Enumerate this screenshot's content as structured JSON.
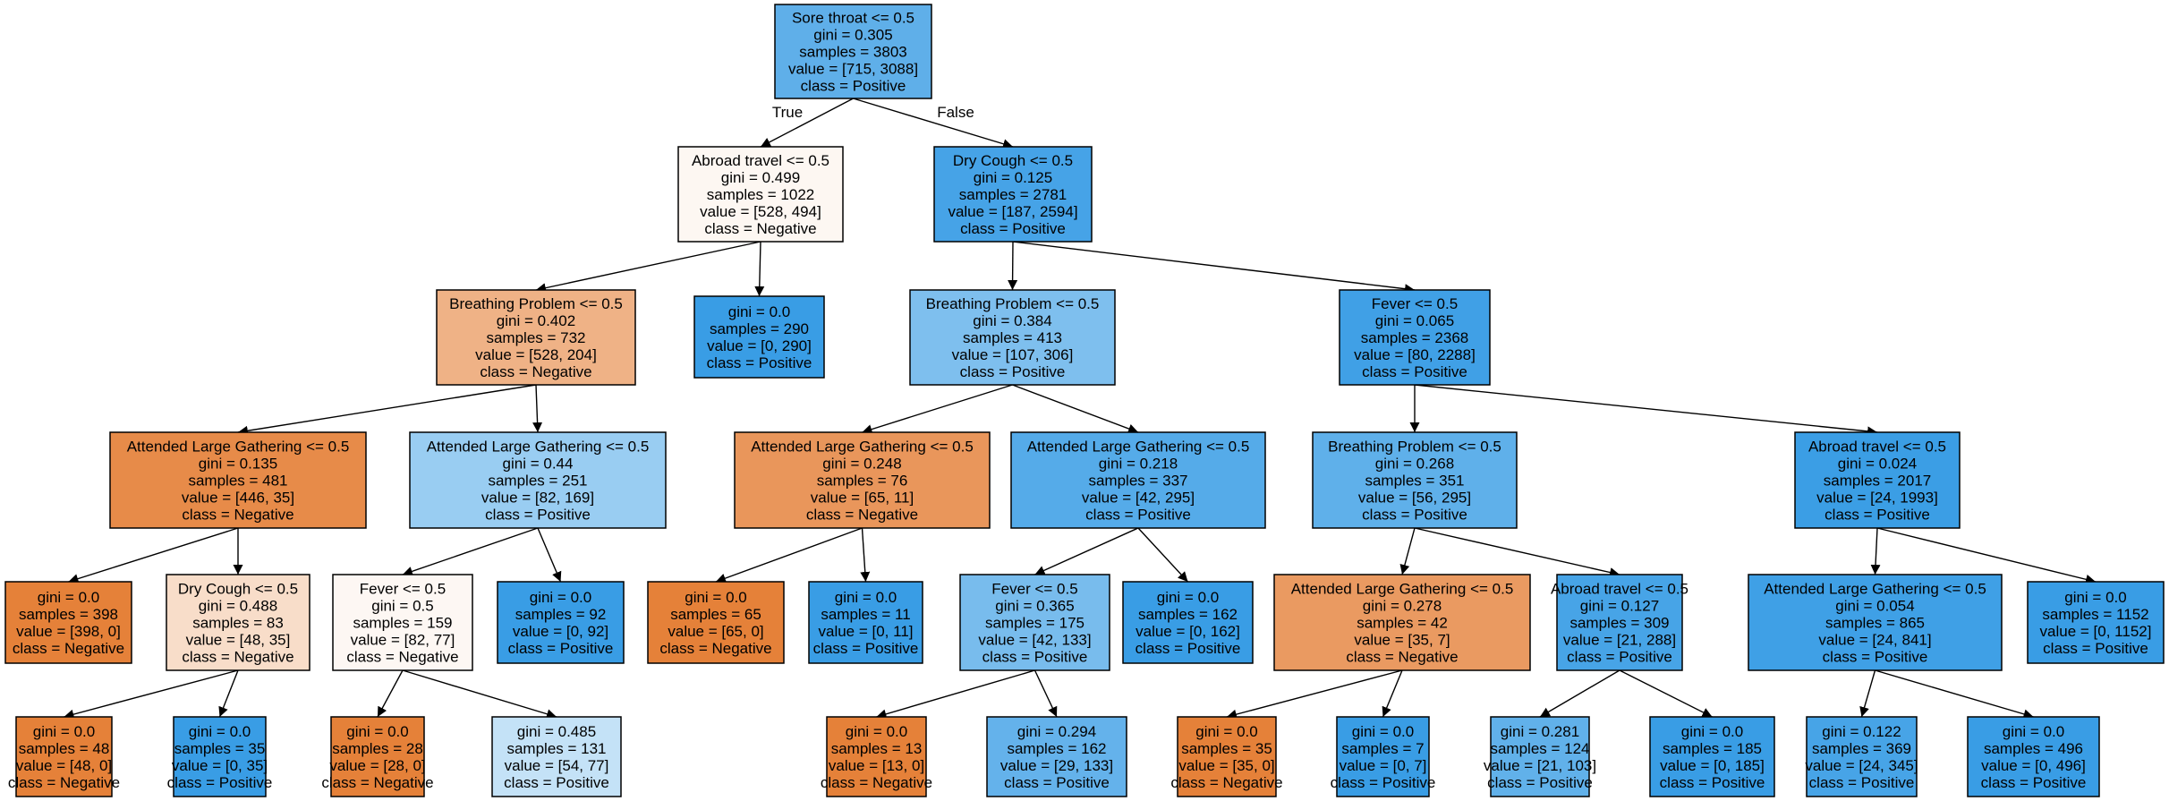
{
  "edge_labels": {
    "true_label": "True",
    "false_label": "False"
  },
  "class_colors": {
    "negative_full": "#e58139",
    "positive_full": "#399de5"
  },
  "nodes": [
    {
      "id": "n0",
      "lines": [
        "Sore throat <= 0.5",
        "gini = 0.305",
        "samples = 3803",
        "value = [715, 3088]",
        "class = Positive"
      ],
      "fill": "#5fafe9"
    },
    {
      "id": "n1",
      "lines": [
        "Abroad travel <= 0.5",
        "gini = 0.499",
        "samples = 1022",
        "value = [528, 494]",
        "class = Negative"
      ],
      "fill": "#fdf7f2"
    },
    {
      "id": "n2",
      "lines": [
        "Dry Cough <= 0.5",
        "gini = 0.125",
        "samples = 2781",
        "value = [187, 2594]",
        "class = Positive"
      ],
      "fill": "#46a3e7"
    },
    {
      "id": "n3",
      "lines": [
        "Breathing Problem <= 0.5",
        "gini = 0.402",
        "samples = 732",
        "value = [528, 204]",
        "class = Negative"
      ],
      "fill": "#efb286"
    },
    {
      "id": "n4",
      "lines": [
        "gini = 0.0",
        "samples = 290",
        "value = [0, 290]",
        "class = Positive"
      ],
      "fill": "#399de5"
    },
    {
      "id": "n5",
      "lines": [
        "Breathing Problem <= 0.5",
        "gini = 0.384",
        "samples = 413",
        "value = [107, 306]",
        "class = Positive"
      ],
      "fill": "#7ebfee"
    },
    {
      "id": "n6",
      "lines": [
        "Fever <= 0.5",
        "gini = 0.065",
        "samples = 2368",
        "value = [80, 2288]",
        "class = Positive"
      ],
      "fill": "#40a0e6"
    },
    {
      "id": "n7",
      "lines": [
        "Attended Large Gathering <= 0.5",
        "gini = 0.135",
        "samples = 481",
        "value = [446, 35]",
        "class = Negative"
      ],
      "fill": "#e78b49"
    },
    {
      "id": "n8",
      "lines": [
        "Attended Large Gathering <= 0.5",
        "gini = 0.44",
        "samples = 251",
        "value = [82, 169]",
        "class = Positive"
      ],
      "fill": "#99cdf2"
    },
    {
      "id": "n9",
      "lines": [
        "Attended Large Gathering <= 0.5",
        "gini = 0.248",
        "samples = 76",
        "value = [65, 11]",
        "class = Negative"
      ],
      "fill": "#e9965b"
    },
    {
      "id": "n10",
      "lines": [
        "Attended Large Gathering <= 0.5",
        "gini = 0.218",
        "samples = 337",
        "value = [42, 295]",
        "class = Positive"
      ],
      "fill": "#55abe9"
    },
    {
      "id": "n11",
      "lines": [
        "Breathing Problem <= 0.5",
        "gini = 0.268",
        "samples = 351",
        "value = [56, 295]",
        "class = Positive"
      ],
      "fill": "#5fb0ea"
    },
    {
      "id": "n12",
      "lines": [
        "Abroad travel <= 0.5",
        "gini = 0.024",
        "samples = 2017",
        "value = [24, 1993]",
        "class = Positive"
      ],
      "fill": "#3b9ee5"
    },
    {
      "id": "n13",
      "lines": [
        "gini = 0.0",
        "samples = 398",
        "value = [398, 0]",
        "class = Negative"
      ],
      "fill": "#e58139"
    },
    {
      "id": "n14",
      "lines": [
        "Dry Cough <= 0.5",
        "gini = 0.488",
        "samples = 83",
        "value = [48, 35]",
        "class = Negative"
      ],
      "fill": "#f8ddc9"
    },
    {
      "id": "n15",
      "lines": [
        "Fever <= 0.5",
        "gini = 0.5",
        "samples = 159",
        "value = [82, 77]",
        "class = Negative"
      ],
      "fill": "#fdf7f3"
    },
    {
      "id": "n16",
      "lines": [
        "gini = 0.0",
        "samples = 92",
        "value = [0, 92]",
        "class = Positive"
      ],
      "fill": "#399de5"
    },
    {
      "id": "n17",
      "lines": [
        "gini = 0.0",
        "samples = 65",
        "value = [65, 0]",
        "class = Negative"
      ],
      "fill": "#e58139"
    },
    {
      "id": "n18",
      "lines": [
        "gini = 0.0",
        "samples = 11",
        "value = [0, 11]",
        "class = Positive"
      ],
      "fill": "#399de5"
    },
    {
      "id": "n19",
      "lines": [
        "Fever <= 0.5",
        "gini = 0.365",
        "samples = 175",
        "value = [42, 133]",
        "class = Positive"
      ],
      "fill": "#78bced"
    },
    {
      "id": "n20",
      "lines": [
        "gini = 0.0",
        "samples = 162",
        "value = [0, 162]",
        "class = Positive"
      ],
      "fill": "#399de5"
    },
    {
      "id": "n21",
      "lines": [
        "Attended Large Gathering <= 0.5",
        "gini = 0.278",
        "samples = 42",
        "value = [35, 7]",
        "class = Negative"
      ],
      "fill": "#ea9a61"
    },
    {
      "id": "n22",
      "lines": [
        "Abroad travel <= 0.5",
        "gini = 0.127",
        "samples = 309",
        "value = [21, 288]",
        "class = Positive"
      ],
      "fill": "#47a4e7"
    },
    {
      "id": "n23",
      "lines": [
        "Attended Large Gathering <= 0.5",
        "gini = 0.054",
        "samples = 865",
        "value = [24, 841]",
        "class = Positive"
      ],
      "fill": "#3fa0e6"
    },
    {
      "id": "n24",
      "lines": [
        "gini = 0.0",
        "samples = 1152",
        "value = [0, 1152]",
        "class = Positive"
      ],
      "fill": "#399de5"
    },
    {
      "id": "n25",
      "lines": [
        "gini = 0.0",
        "samples = 48",
        "value = [48, 0]",
        "class = Negative"
      ],
      "fill": "#e58139"
    },
    {
      "id": "n26",
      "lines": [
        "gini = 0.0",
        "samples = 35",
        "value = [0, 35]",
        "class = Positive"
      ],
      "fill": "#399de5"
    },
    {
      "id": "n27",
      "lines": [
        "gini = 0.0",
        "samples = 28",
        "value = [28, 0]",
        "class = Negative"
      ],
      "fill": "#e58139"
    },
    {
      "id": "n28",
      "lines": [
        "gini = 0.485",
        "samples = 131",
        "value = [54, 77]",
        "class = Positive"
      ],
      "fill": "#c4e2f7"
    },
    {
      "id": "n29",
      "lines": [
        "gini = 0.0",
        "samples = 13",
        "value = [13, 0]",
        "class = Negative"
      ],
      "fill": "#e58139"
    },
    {
      "id": "n30",
      "lines": [
        "gini = 0.294",
        "samples = 162",
        "value = [29, 133]",
        "class = Positive"
      ],
      "fill": "#64b2eb"
    },
    {
      "id": "n31",
      "lines": [
        "gini = 0.0",
        "samples = 35",
        "value = [35, 0]",
        "class = Negative"
      ],
      "fill": "#e58139"
    },
    {
      "id": "n32",
      "lines": [
        "gini = 0.0",
        "samples = 7",
        "value = [0, 7]",
        "class = Positive"
      ],
      "fill": "#399de5"
    },
    {
      "id": "n33",
      "lines": [
        "gini = 0.281",
        "samples = 124",
        "value = [21, 103]",
        "class = Positive"
      ],
      "fill": "#61b1ea"
    },
    {
      "id": "n34",
      "lines": [
        "gini = 0.0",
        "samples = 185",
        "value = [0, 185]",
        "class = Positive"
      ],
      "fill": "#399de5"
    },
    {
      "id": "n35",
      "lines": [
        "gini = 0.122",
        "samples = 369",
        "value = [24, 345]",
        "class = Positive"
      ],
      "fill": "#47a4e7"
    },
    {
      "id": "n36",
      "lines": [
        "gini = 0.0",
        "samples = 496",
        "value = [0, 496]",
        "class = Positive"
      ],
      "fill": "#399de5"
    }
  ],
  "edges": [
    {
      "from": "n0",
      "to": "n1",
      "label": "true_label"
    },
    {
      "from": "n0",
      "to": "n2",
      "label": "false_label"
    },
    {
      "from": "n1",
      "to": "n3"
    },
    {
      "from": "n1",
      "to": "n4"
    },
    {
      "from": "n2",
      "to": "n5"
    },
    {
      "from": "n2",
      "to": "n6"
    },
    {
      "from": "n3",
      "to": "n7"
    },
    {
      "from": "n3",
      "to": "n8"
    },
    {
      "from": "n5",
      "to": "n9"
    },
    {
      "from": "n5",
      "to": "n10"
    },
    {
      "from": "n6",
      "to": "n11"
    },
    {
      "from": "n6",
      "to": "n12"
    },
    {
      "from": "n7",
      "to": "n13"
    },
    {
      "from": "n7",
      "to": "n14"
    },
    {
      "from": "n8",
      "to": "n15"
    },
    {
      "from": "n8",
      "to": "n16"
    },
    {
      "from": "n9",
      "to": "n17"
    },
    {
      "from": "n9",
      "to": "n18"
    },
    {
      "from": "n10",
      "to": "n19"
    },
    {
      "from": "n10",
      "to": "n20"
    },
    {
      "from": "n11",
      "to": "n21"
    },
    {
      "from": "n11",
      "to": "n22"
    },
    {
      "from": "n12",
      "to": "n23"
    },
    {
      "from": "n12",
      "to": "n24"
    },
    {
      "from": "n14",
      "to": "n25"
    },
    {
      "from": "n14",
      "to": "n26"
    },
    {
      "from": "n15",
      "to": "n27"
    },
    {
      "from": "n15",
      "to": "n28"
    },
    {
      "from": "n19",
      "to": "n29"
    },
    {
      "from": "n19",
      "to": "n30"
    },
    {
      "from": "n21",
      "to": "n31"
    },
    {
      "from": "n21",
      "to": "n32"
    },
    {
      "from": "n22",
      "to": "n33"
    },
    {
      "from": "n22",
      "to": "n34"
    },
    {
      "from": "n23",
      "to": "n35"
    },
    {
      "from": "n23",
      "to": "n36"
    }
  ]
}
